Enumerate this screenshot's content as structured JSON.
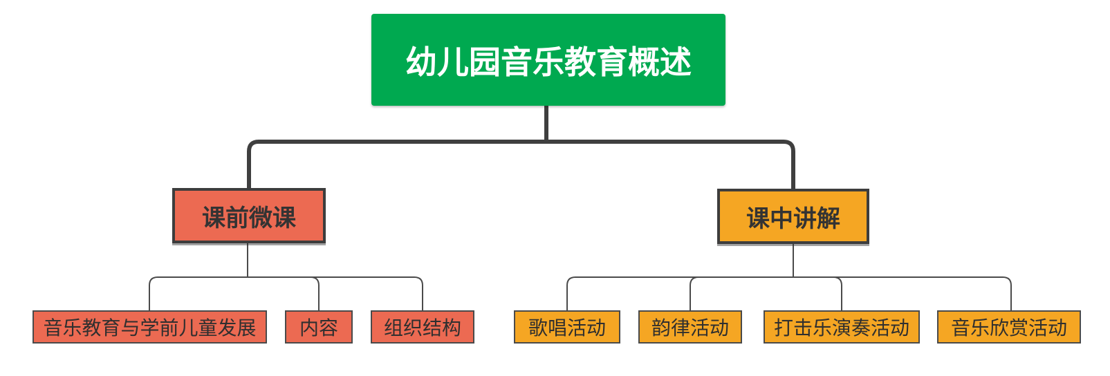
{
  "diagram": {
    "title": "幼儿园音乐教育概述",
    "root": {
      "label": "幼儿园音乐教育概述",
      "fill_color": "#00A950",
      "text_color": "#FFFFFF"
    },
    "branches": [
      {
        "label": "课前微课",
        "fill_color": "#EC6A52",
        "text_color": "#333333",
        "children": [
          {
            "label": "音乐教育与学前儿童发展"
          },
          {
            "label": "内容"
          },
          {
            "label": "组织结构"
          }
        ]
      },
      {
        "label": "课中讲解",
        "fill_color": "#F5A623",
        "text_color": "#333333",
        "children": [
          {
            "label": "歌唱活动"
          },
          {
            "label": "韵律活动"
          },
          {
            "label": "打击乐演奏活动"
          },
          {
            "label": "音乐欣赏活动"
          }
        ]
      }
    ],
    "connector_primary_color": "#3F3F3F",
    "connector_secondary_color": "#4A4A4A",
    "background_color": "#FFFFFF"
  }
}
